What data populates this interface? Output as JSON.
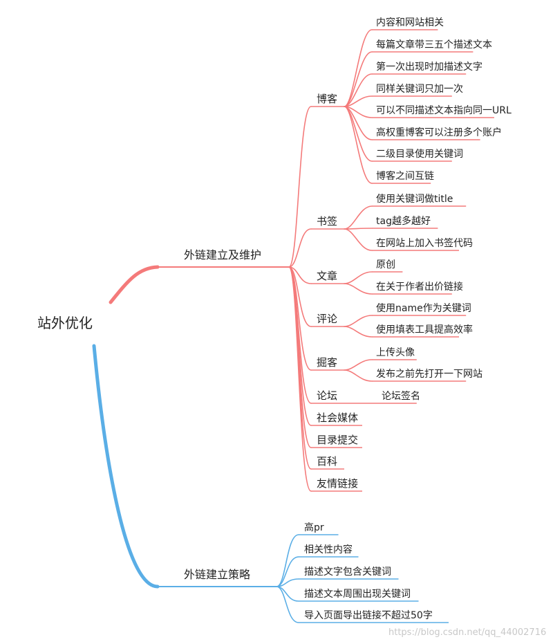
{
  "root": {
    "label": "站外优化"
  },
  "branches": [
    {
      "label": "外链建立及维护",
      "color": "#f47a7a",
      "children": [
        {
          "label": "博客",
          "children": [
            "内容和网站相关",
            "每篇文章带三五个描述文本",
            "第一次出现时加描述文字",
            "同样关键词只加一次",
            "可以不同描述文本指向同一URL",
            "高权重博客可以注册多个账户",
            "二级目录使用关键词",
            "博客之间互链"
          ]
        },
        {
          "label": "书签",
          "children": [
            "使用关键词做title",
            "tag越多越好",
            "在网站上加入书签代码"
          ]
        },
        {
          "label": "文章",
          "children": [
            "原创",
            "在关于作者出价链接"
          ]
        },
        {
          "label": "评论",
          "children": [
            "使用name作为关键词",
            "使用填表工具提高效率"
          ]
        },
        {
          "label": "掘客",
          "children": [
            "上传头像",
            "发布之前先打开一下网站"
          ]
        },
        {
          "label": "论坛",
          "children": [
            "论坛签名"
          ]
        },
        {
          "label": "社会媒体",
          "children": []
        },
        {
          "label": "目录提交",
          "children": []
        },
        {
          "label": "百科",
          "children": []
        },
        {
          "label": "友情链接",
          "children": []
        }
      ]
    },
    {
      "label": "外链建立策略",
      "color": "#5aaee6",
      "children": [
        {
          "label": "高pr",
          "children": []
        },
        {
          "label": "相关性内容",
          "children": []
        },
        {
          "label": "描述文字包含关键词",
          "children": []
        },
        {
          "label": "描述文本周围出现关键词",
          "children": []
        },
        {
          "label": "导入页面导出链接不超过50字",
          "children": []
        }
      ]
    }
  ],
  "watermark": "https://blog.csdn.net/qq_44002716"
}
